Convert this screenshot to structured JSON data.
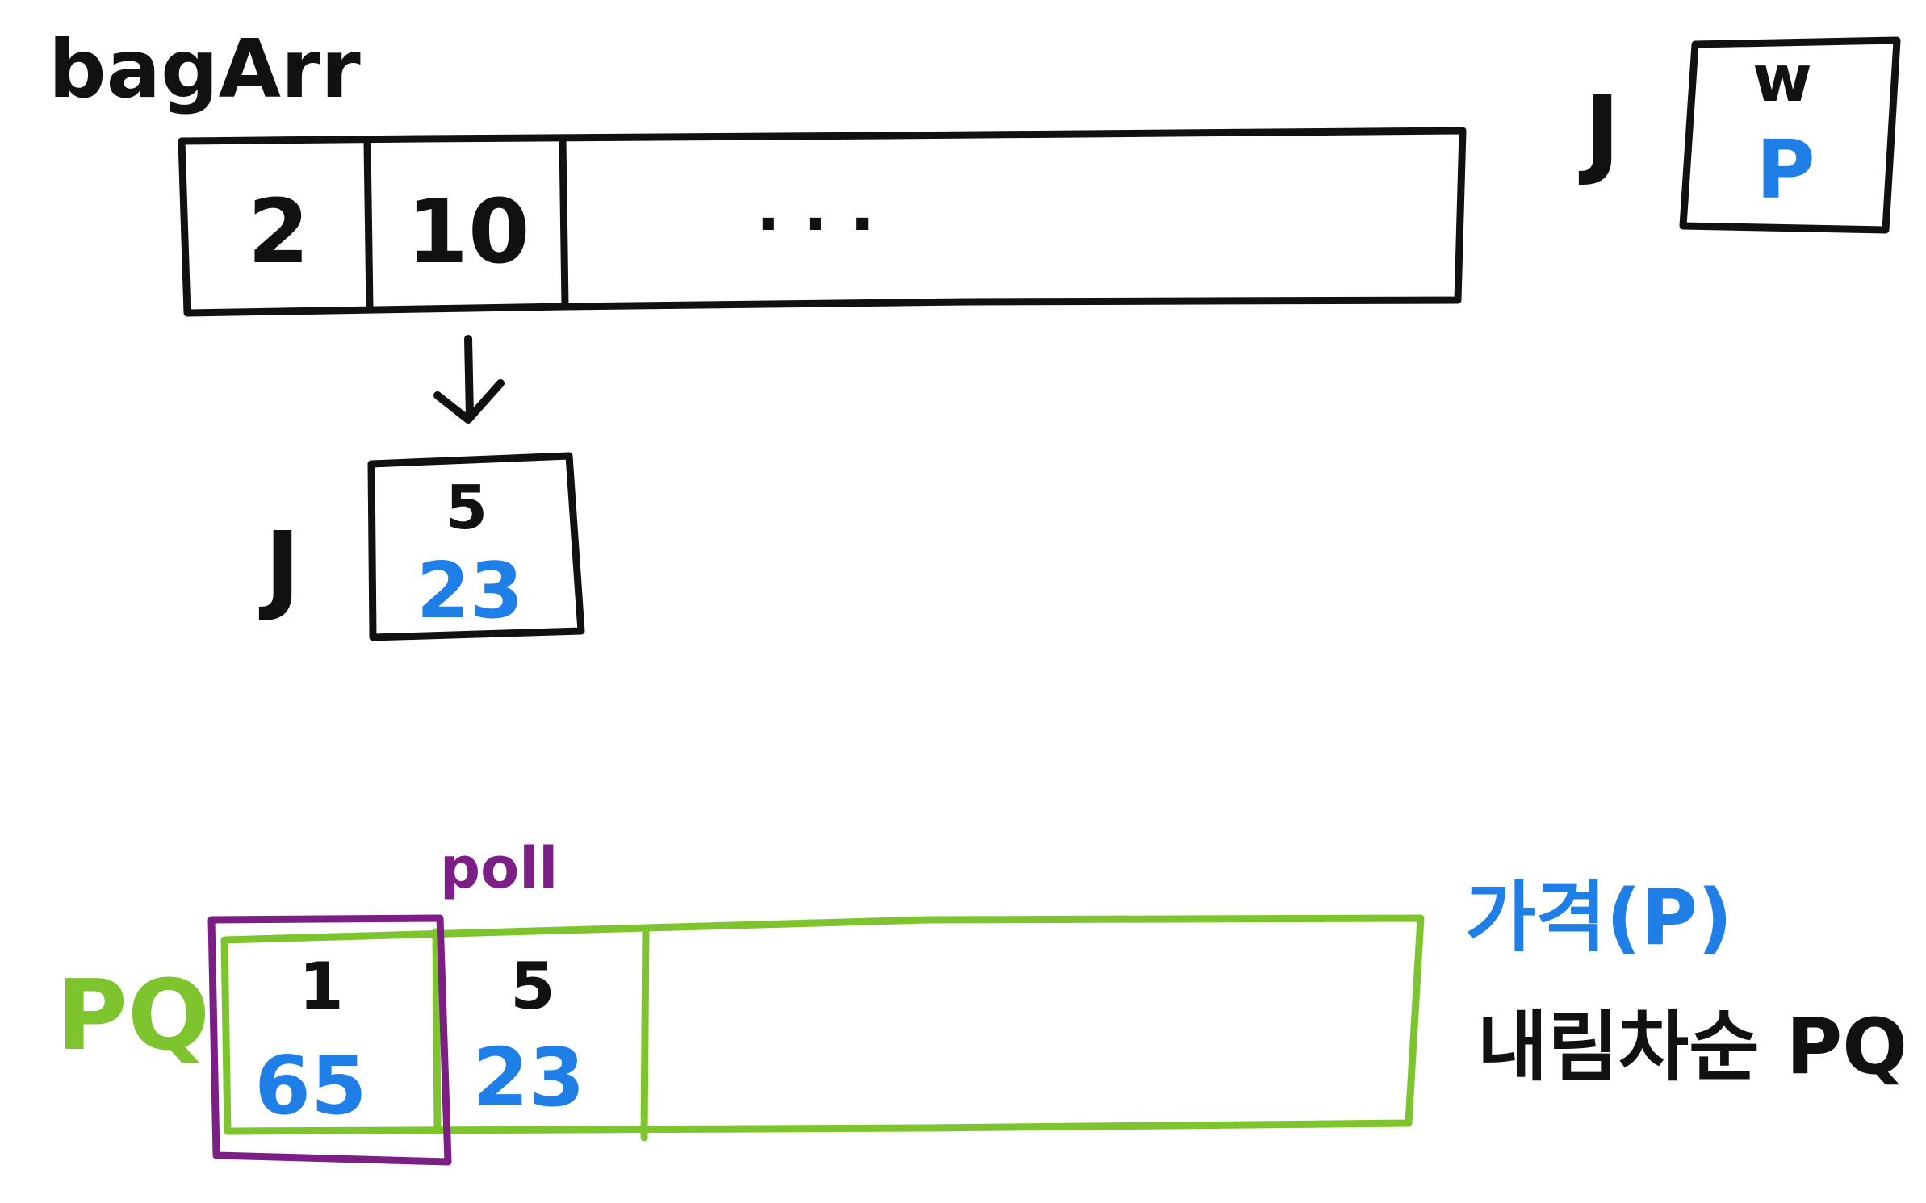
{
  "colors": {
    "ink": "#111111",
    "price_blue": "#1f7fe6",
    "queue_green": "#7dc42e",
    "poll_purple": "#7b1f86",
    "background": "#ffffff"
  },
  "bag_array": {
    "title": "bagArr",
    "cells": [
      "2",
      "10",
      ". . ."
    ]
  },
  "jewel_legend": {
    "label": "J",
    "weight_symbol": "w",
    "price_symbol": "P"
  },
  "pointer": {
    "arrow_icon": "down-arrow-icon"
  },
  "jewel_example": {
    "label": "J",
    "weight": "5",
    "price": "23"
  },
  "priority_queue": {
    "label": "PQ",
    "poll_label": "poll",
    "order_label_price": "가격(P)",
    "order_label_desc": "내림차순 PQ",
    "items": [
      {
        "weight": "1",
        "price": "65"
      },
      {
        "weight": "5",
        "price": "23"
      }
    ]
  }
}
